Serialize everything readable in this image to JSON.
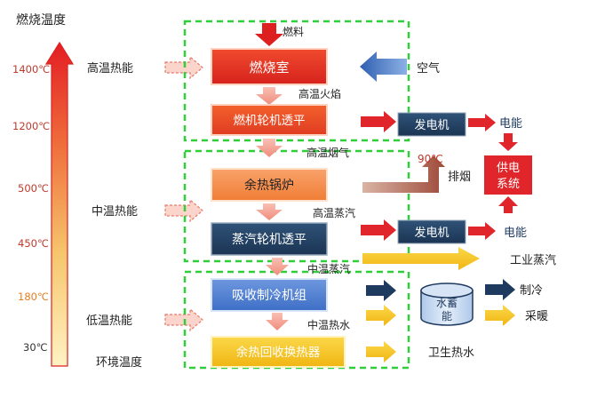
{
  "axis": {
    "title": "燃烧温度",
    "temps": [
      "1400℃",
      "1200℃",
      "500℃",
      "450℃",
      "180℃",
      "30℃"
    ]
  },
  "levels": {
    "high": "高温热能",
    "mid": "中温热能",
    "low": "低温热能",
    "ambient": "环境温度"
  },
  "inputs": {
    "fuel": "燃料",
    "air": "空气"
  },
  "units": {
    "combustion": "燃烧室",
    "gas_turbine": "燃机轮机透平",
    "boiler": "余热锅炉",
    "steam_turbine": "蒸汽轮机透平",
    "absorption": "吸收制冷机组",
    "heat_exchanger": "余热回收换热器",
    "generator": "发电机",
    "grid_line1": "供电",
    "grid_line2": "系统",
    "storage_line1": "水蓄",
    "storage_line2": "能"
  },
  "flows": {
    "hot_flame": "高温火焰",
    "hot_flue": "高温烟气",
    "exhaust_temp": "90℃",
    "exhaust": "排烟",
    "hp_steam": "高温蒸汽",
    "mid_steam": "中温蒸汽",
    "mid_water": "中温热水"
  },
  "outputs": {
    "electricity": "电能",
    "industrial_steam": "工业蒸汽",
    "cooling": "制冷",
    "heating": "采暖",
    "hot_water": "卫生热水"
  },
  "colors": {
    "red": "#e8312a",
    "orange": "#f07a2a",
    "navy": "#1f3a5f",
    "blue": "#3a6fc8",
    "yellow": "#f2c21c",
    "green_dash": "#2fcf3a"
  }
}
